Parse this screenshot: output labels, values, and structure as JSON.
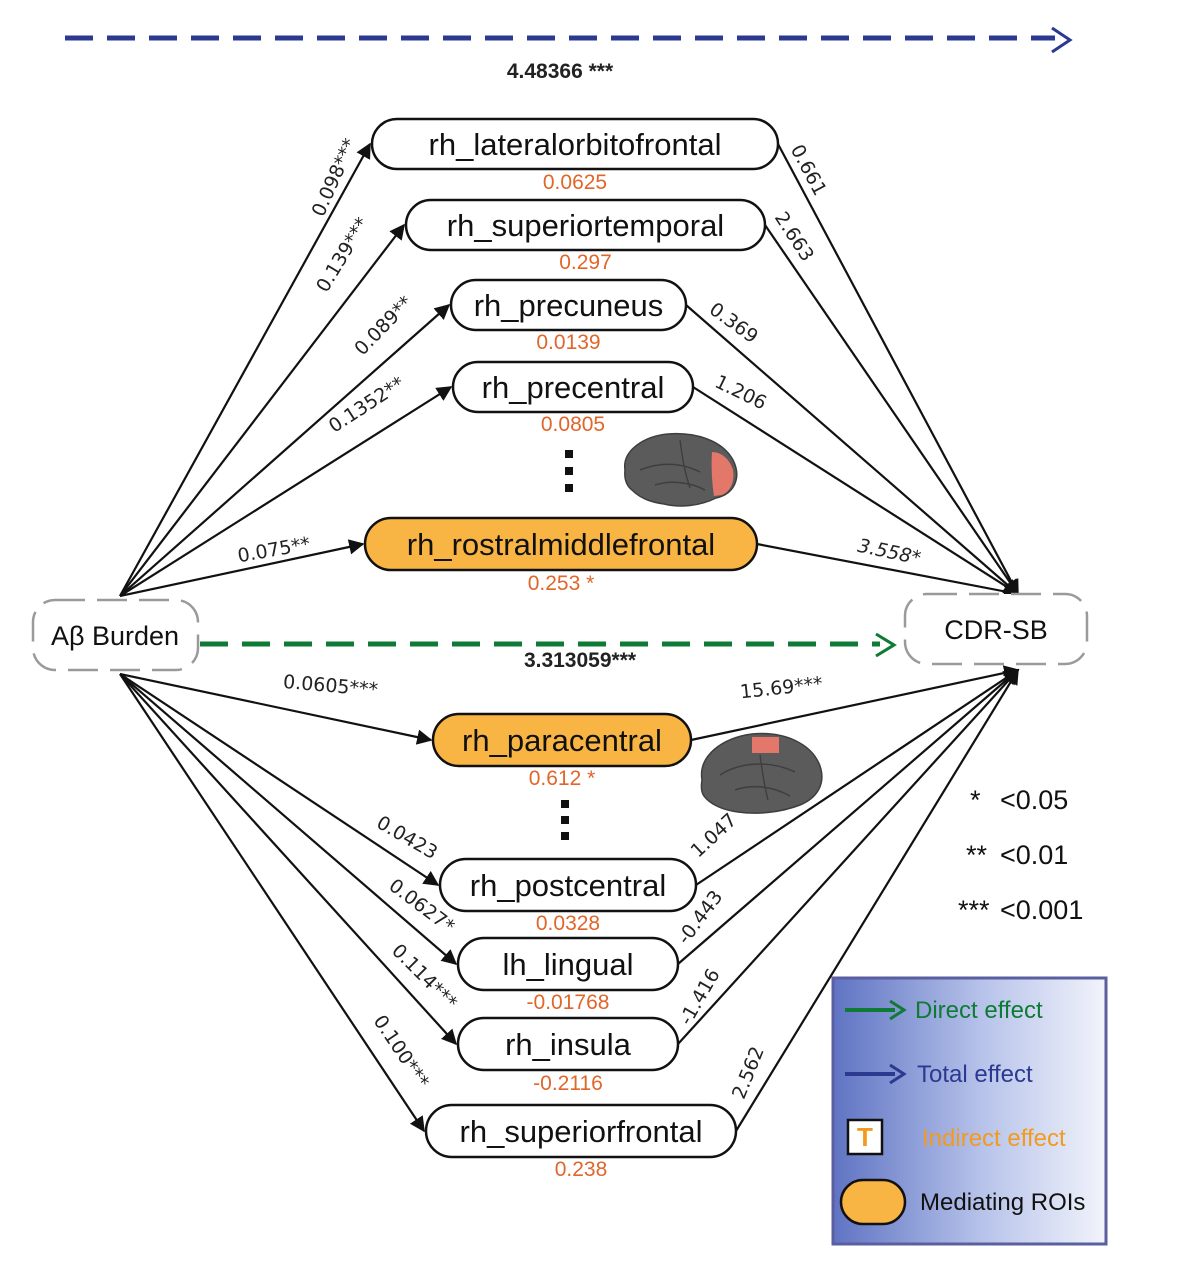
{
  "source": {
    "label": "Aβ Burden"
  },
  "outcome": {
    "label": "CDR-SB"
  },
  "total_effect": {
    "value": "4.48366 ***",
    "color": "#2b3990"
  },
  "direct_effect": {
    "value": "3.313059***",
    "color": "#0e7a35"
  },
  "upper_mediators": [
    {
      "label": "rh_lateralorbitofrontal",
      "indirect": "0.0625",
      "a": "0.098***",
      "b": "0.661",
      "mediating": false
    },
    {
      "label": "rh_superiortemporal",
      "indirect": "0.297",
      "a": "0.139***",
      "b": "2.663",
      "mediating": false
    },
    {
      "label": "rh_precuneus",
      "indirect": "0.0139",
      "a": "0.089**",
      "b": "0.369",
      "mediating": false
    },
    {
      "label": "rh_precentral",
      "indirect": "0.0805",
      "a": "0.1352**",
      "b": "1.206",
      "mediating": false
    },
    {
      "label": "rh_rostralmiddlefrontal",
      "indirect": "0.253 *",
      "a": "0.075**",
      "b": "3.558*",
      "mediating": true
    }
  ],
  "lower_mediators": [
    {
      "label": "rh_paracentral",
      "indirect": "0.612 *",
      "a": "0.0605***",
      "b": "15.69***",
      "mediating": true
    },
    {
      "label": "rh_postcentral",
      "indirect": "0.0328",
      "a": "0.0423",
      "b": "1.047",
      "mediating": false
    },
    {
      "label": "lh_lingual",
      "indirect": "-0.01768",
      "a": "0.0627*",
      "b": "-0.443",
      "mediating": false
    },
    {
      "label": "rh_insula",
      "indirect": "-0.2116",
      "a": "0.114***",
      "b": "-1.416",
      "mediating": false
    },
    {
      "label": "rh_superiorfrontal",
      "indirect": "0.238",
      "a": "0.100***",
      "b": "2.562",
      "mediating": false
    }
  ],
  "significance": [
    {
      "stars": "*",
      "threshold": "<0.05"
    },
    {
      "stars": "**",
      "threshold": "<0.01"
    },
    {
      "stars": "***",
      "threshold": "<0.001"
    }
  ],
  "legend": {
    "direct": "Direct effect",
    "total": "Total effect",
    "indirect_marker": "T",
    "indirect": "Indirect effect",
    "mediating": "Mediating ROIs"
  },
  "colors": {
    "indirect_text": "#e0662a",
    "mediating_fill": "#f9b544",
    "brain_gray": "#5b5b5b",
    "brain_highlight": "#e2776a",
    "legend_bg": "#5f73c3"
  },
  "icons": [
    "brain-lateral-icon",
    "brain-medial-icon"
  ]
}
